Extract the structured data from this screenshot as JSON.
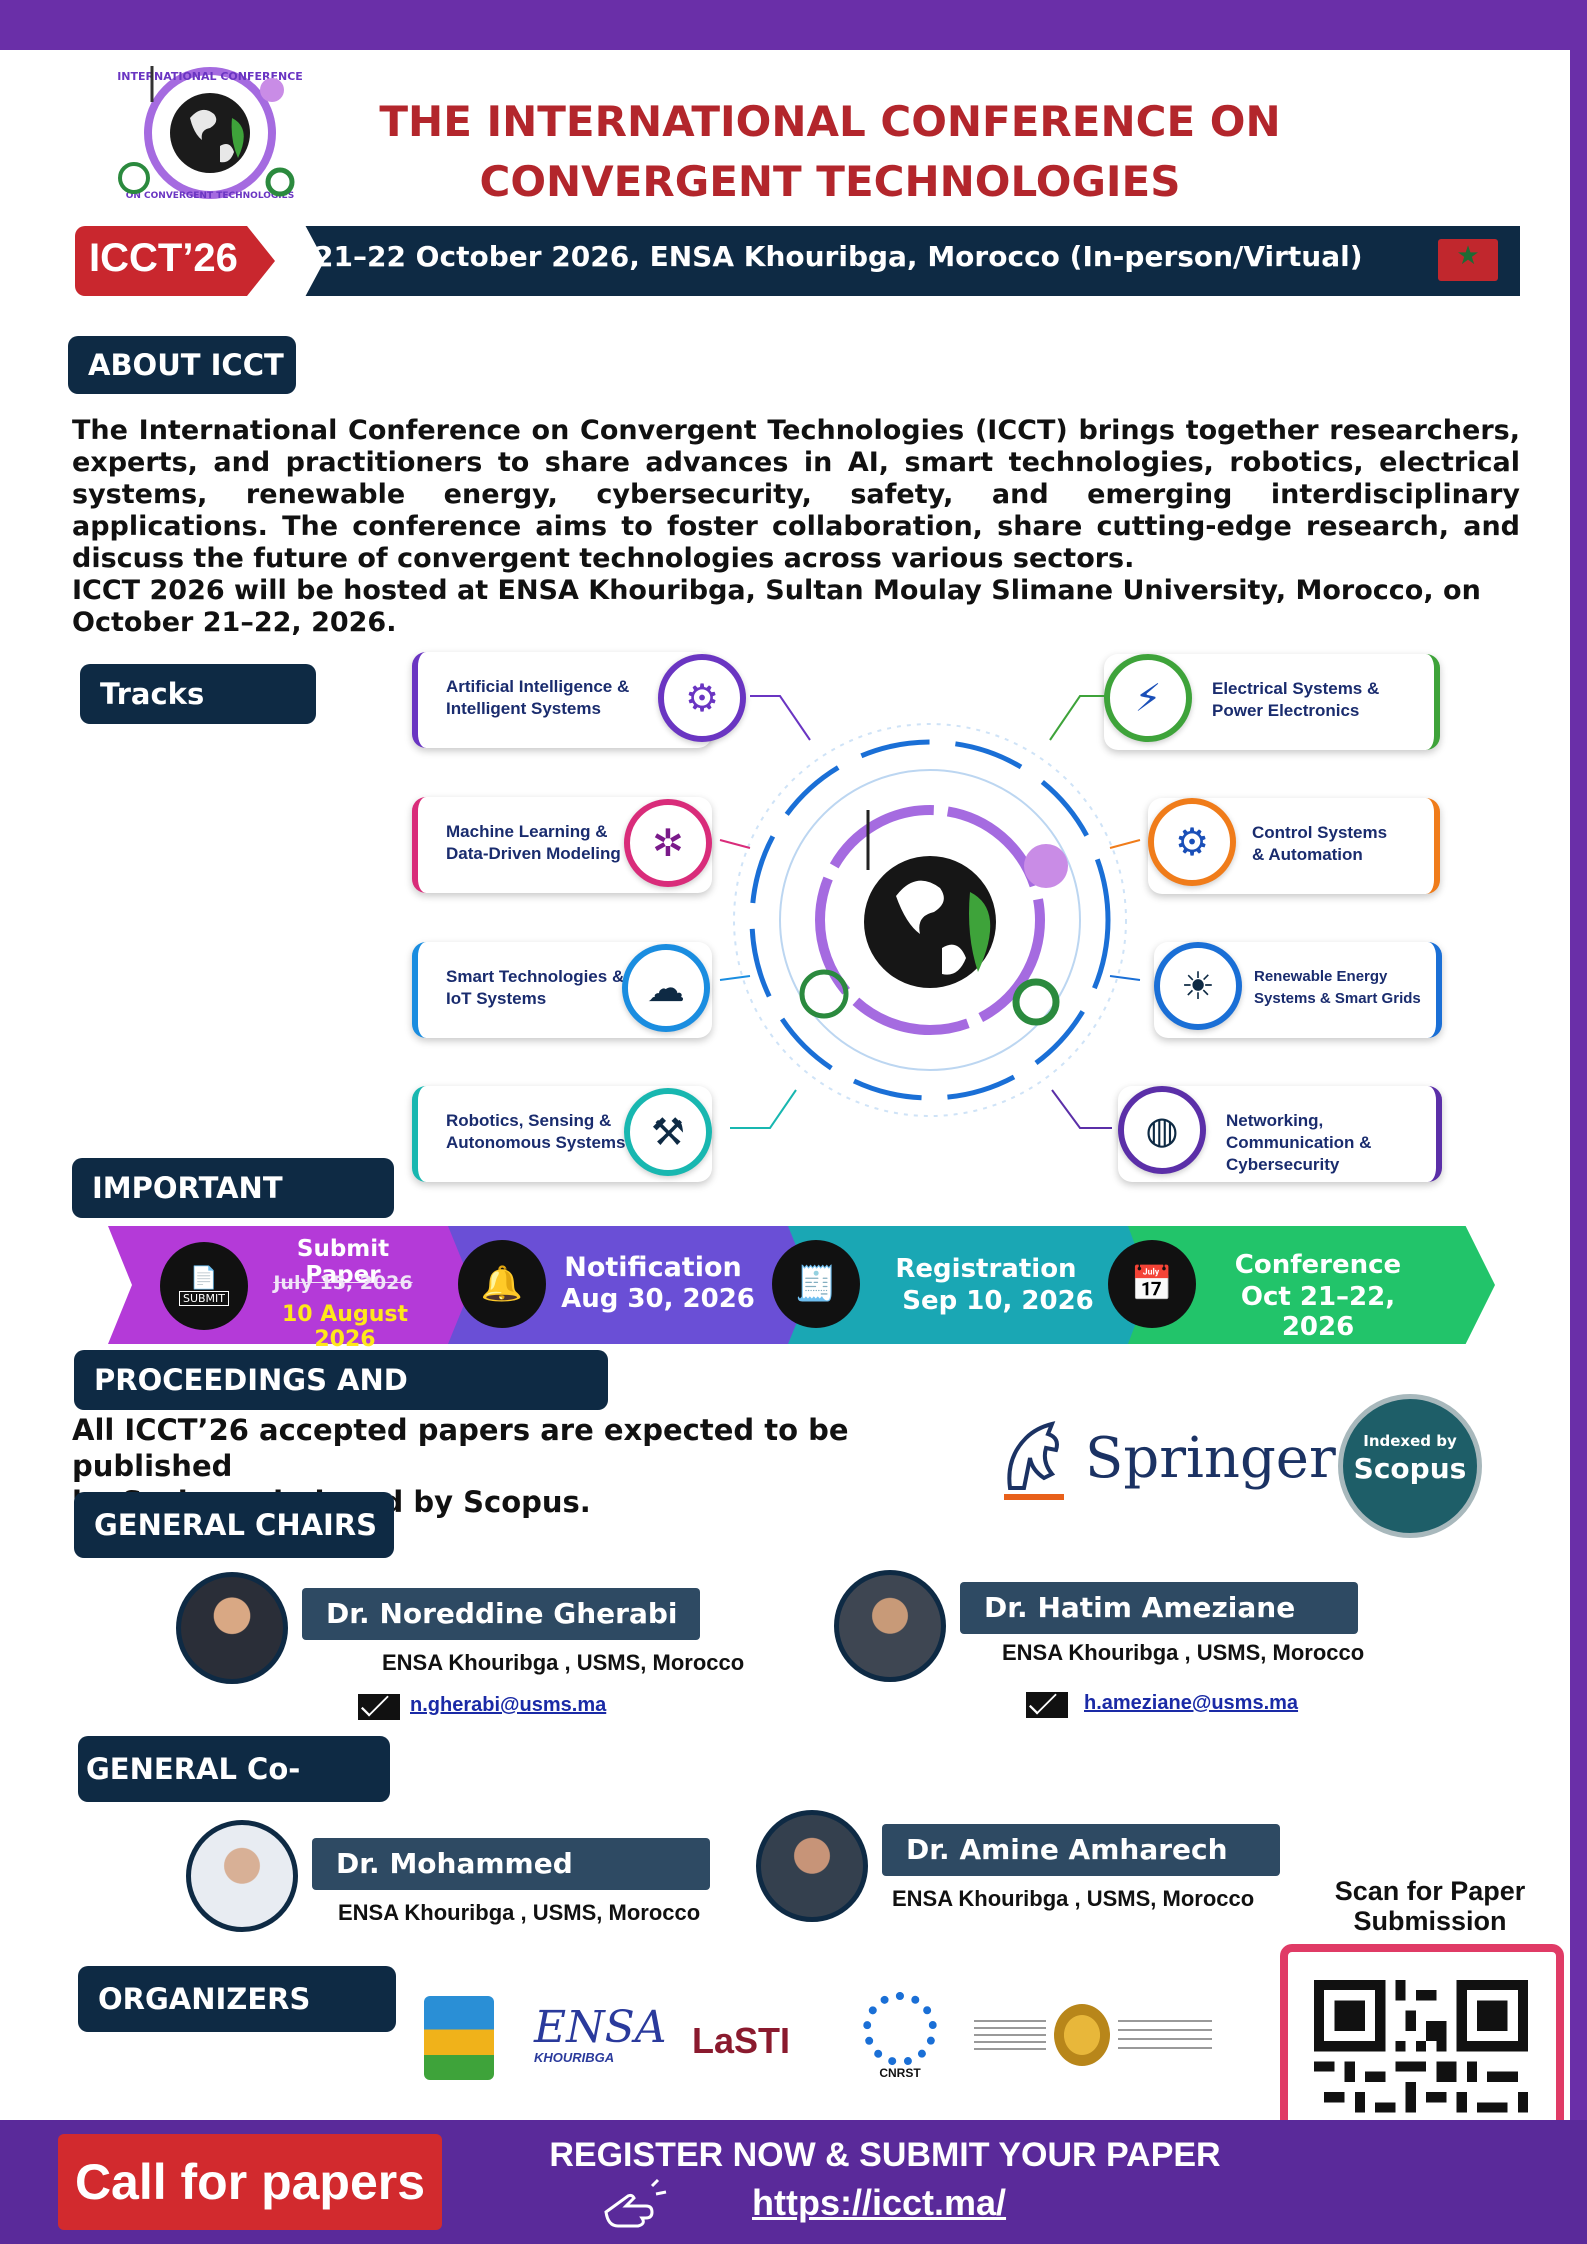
{
  "header": {
    "title_line1": "THE INTERNATIONAL CONFERENCE ON",
    "title_line2": "CONVERGENT TECHNOLOGIES",
    "badge": "ICCT’26",
    "date_location": "21–22 October 2026, ENSA Khouribga, Morocco (In-person/Virtual)",
    "logo_text_top": "INTERNATIONAL CONFERENCE",
    "logo_text_bottom": "ON CONVERGENT TECHNOLOGIES"
  },
  "about": {
    "heading": "ABOUT ICCT",
    "paragraph1": "The International Conference on Convergent Technologies (ICCT) brings together researchers, experts, and practitioners to share advances in AI, smart technologies, robotics, electrical systems, renewable energy, cybersecurity, safety, and emerging interdisciplinary applications. The conference aims to foster collaboration, share cutting-edge research, and discuss the future of convergent technologies across various sectors.",
    "paragraph2": "ICCT 2026 will be hosted at ENSA Khouribga, Sultan Moulay Slimane University, Morocco, on October 21–22, 2026."
  },
  "tracks": {
    "heading": "Tracks",
    "left": [
      {
        "label": "Artificial Intelligence & Intelligent Systems",
        "color": "#6a35c2",
        "icon": "brain-circuit-icon"
      },
      {
        "label": "Machine Learning & Data-Driven Modeling",
        "color": "#d92c7a",
        "icon": "network-nodes-icon"
      },
      {
        "label": "Smart Technologies & IoT Systems",
        "color": "#1a8de0",
        "icon": "wifi-cloud-icon"
      },
      {
        "label": "Robotics, Sensing & Autonomous Systems",
        "color": "#18b7b0",
        "icon": "robot-arm-icon"
      }
    ],
    "right": [
      {
        "label": "Electrical Systems & Power Electronics",
        "color": "#3ea33a",
        "icon": "lightning-icon"
      },
      {
        "label": "Control Systems & Automation",
        "color": "#f07c1a",
        "icon": "gear-circuit-icon"
      },
      {
        "label": "Renewable Energy Systems & Smart Grids",
        "color": "#1a6fd6",
        "icon": "wind-solar-icon"
      },
      {
        "label": "Networking, Communication & Cybersecurity",
        "color": "#5b2fa8",
        "icon": "globe-lock-icon"
      }
    ]
  },
  "dates": {
    "heading": "IMPORTANT DATES",
    "submit_title": "Submit Paper",
    "submit_old": "July 15, 2026",
    "submit_new": "10 August 2026",
    "submit_icon_text": "SUBMIT",
    "notification_title": "Notification",
    "notification_date": "Aug 30, 2026",
    "registration_title": "Registration",
    "registration_date": "Sep 10, 2026",
    "conference_title": "Conference",
    "conference_date": "Oct 21–22, 2026"
  },
  "proceedings": {
    "heading": "PROCEEDINGS AND PUBLICATION",
    "text_line1": "All ICCT’26 accepted papers are expected to be published",
    "text_line2": "by Springer indexed by Scopus.",
    "springer": "Springer",
    "scopus_small": "Indexed by",
    "scopus_large": "Scopus"
  },
  "chairs": {
    "heading": "GENERAL CHAIRS",
    "people": [
      {
        "name": "Dr. Noreddine Gherabi",
        "affiliation": "ENSA Khouribga , USMS, Morocco",
        "email": "n.gherabi@usms.ma"
      },
      {
        "name": "Dr. Hatim Ameziane",
        "affiliation": "ENSA Khouribga , USMS, Morocco",
        "email": "h.ameziane@usms.ma"
      }
    ]
  },
  "cochairs": {
    "heading": "GENERAL Co-CHAIRS",
    "people": [
      {
        "name": "Dr. Mohammed",
        "affiliation": "ENSA Khouribga , USMS, Morocco"
      },
      {
        "name": "Dr. Amine Amharech",
        "affiliation": "ENSA Khouribga , USMS, Morocco"
      }
    ]
  },
  "organizers": {
    "heading": "ORGANIZERS",
    "ensa": "ENSA",
    "ensa_sub": "KHOURIBGA",
    "lasti": "LaSTI",
    "cnrst": "CNRST"
  },
  "qr": {
    "label_line1": "Scan for Paper",
    "label_line2": "Submission"
  },
  "footer": {
    "call": "Call for papers",
    "register": "REGISTER NOW & SUBMIT YOUR PAPER",
    "url": "https://icct.ma/"
  },
  "colors": {
    "navy": "#0e2a44",
    "red": "#c9272e",
    "purple": "#6a2fa8",
    "title_red": "#b3262c"
  }
}
